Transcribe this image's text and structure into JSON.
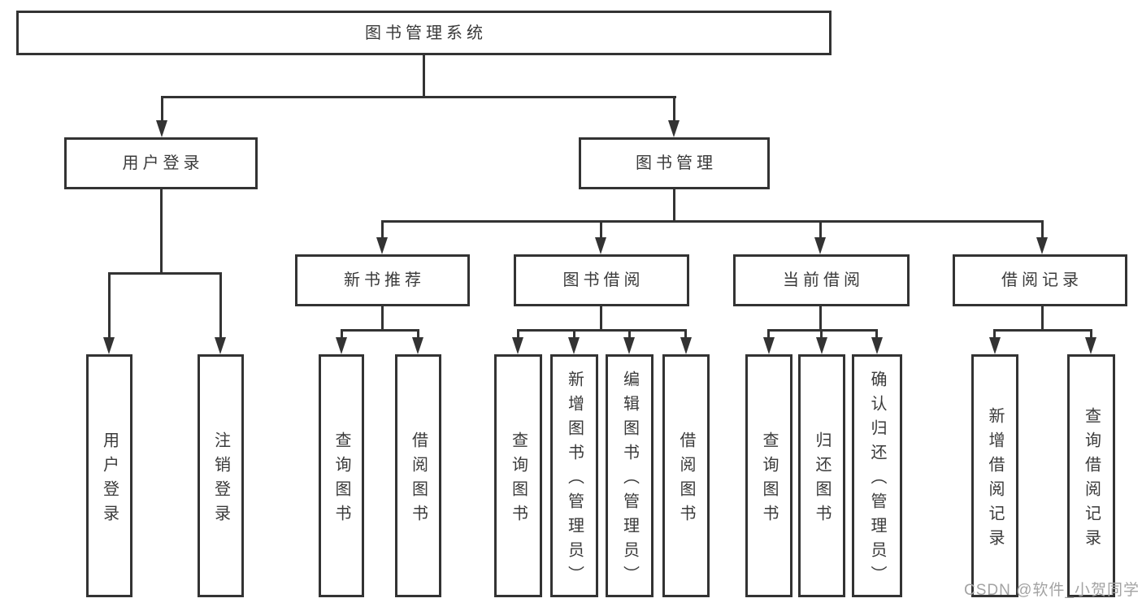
{
  "diagram": {
    "root": "图书管理系统",
    "level2": {
      "user_login": "用户登录",
      "book_mgmt": "图书管理"
    },
    "level3": {
      "new_books": "新书推荐",
      "borrowing": "图书借阅",
      "current": "当前借阅",
      "records": "借阅记录"
    },
    "leaves": {
      "user_login": "用户登录",
      "logout": "注销登录",
      "nb_query": "查询图书",
      "nb_borrow": "借阅图书",
      "b_query": "查询图书",
      "b_add": "新增图书（管理员）",
      "b_edit": "编辑图书（管理员）",
      "b_borrow": "借阅图书",
      "c_query": "查询图书",
      "c_return": "归还图书",
      "c_confirm": "确认归还（管理员）",
      "r_add": "新增借阅记录",
      "r_query": "查询借阅记录"
    },
    "colors": {
      "line": "#333333",
      "text": "#3a3a3a",
      "background": "#ffffff",
      "watermark": "#a3a3a3"
    }
  },
  "watermark": "CSDN @软件_小贺同学"
}
